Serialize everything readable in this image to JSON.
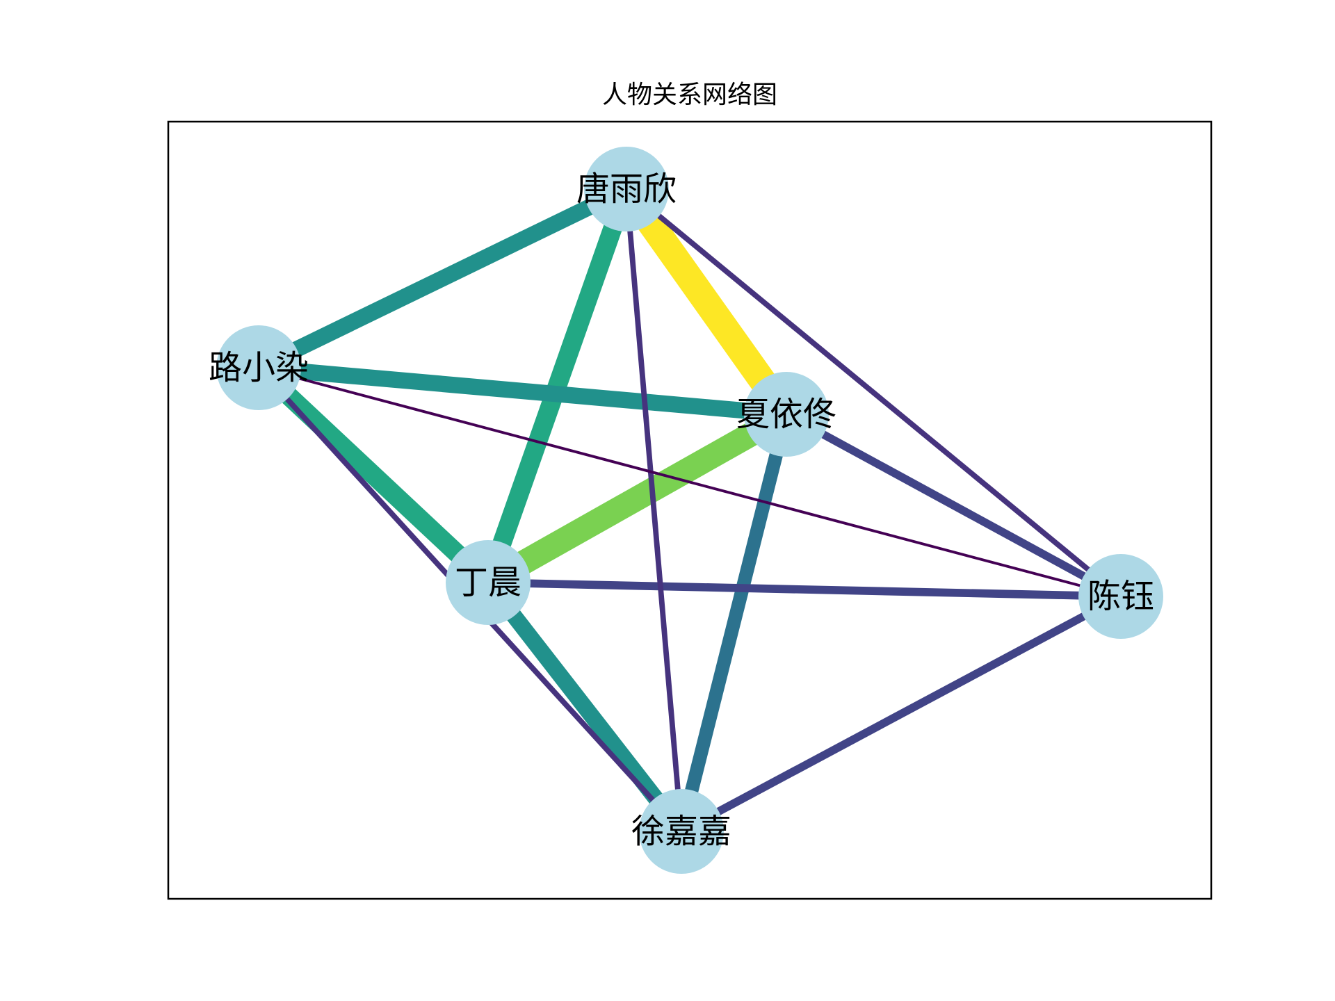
{
  "title": "人物关系网络图",
  "node_color": "#add8e6",
  "nodes": [
    {
      "id": "tang",
      "label": "唐雨欣"
    },
    {
      "id": "lu",
      "label": "路小染"
    },
    {
      "id": "xia",
      "label": "夏依佟"
    },
    {
      "id": "ding",
      "label": "丁晨"
    },
    {
      "id": "chen",
      "label": "陈钰"
    },
    {
      "id": "xu",
      "label": "徐嘉嘉"
    }
  ],
  "edges": [
    {
      "source": "tang",
      "target": "xia",
      "weight": 10,
      "color": "#fde725"
    },
    {
      "source": "xia",
      "target": "ding",
      "weight": 9,
      "color": "#7ad151"
    },
    {
      "source": "tang",
      "target": "ding",
      "weight": 7,
      "color": "#22a884"
    },
    {
      "source": "lu",
      "target": "ding",
      "weight": 7,
      "color": "#22a884"
    },
    {
      "source": "tang",
      "target": "lu",
      "weight": 6,
      "color": "#21918c"
    },
    {
      "source": "lu",
      "target": "xia",
      "weight": 6,
      "color": "#21918c"
    },
    {
      "source": "ding",
      "target": "xu",
      "weight": 6,
      "color": "#21918c"
    },
    {
      "source": "xia",
      "target": "xu",
      "weight": 5,
      "color": "#2c728e"
    },
    {
      "source": "xia",
      "target": "chen",
      "weight": 3,
      "color": "#414487"
    },
    {
      "source": "ding",
      "target": "chen",
      "weight": 3,
      "color": "#414487"
    },
    {
      "source": "chen",
      "target": "xu",
      "weight": 3,
      "color": "#414487"
    },
    {
      "source": "tang",
      "target": "chen",
      "weight": 2,
      "color": "#46337e"
    },
    {
      "source": "tang",
      "target": "xu",
      "weight": 2,
      "color": "#46337e"
    },
    {
      "source": "lu",
      "target": "xu",
      "weight": 2,
      "color": "#46337e"
    },
    {
      "source": "lu",
      "target": "chen",
      "weight": 1,
      "color": "#440154"
    }
  ]
}
